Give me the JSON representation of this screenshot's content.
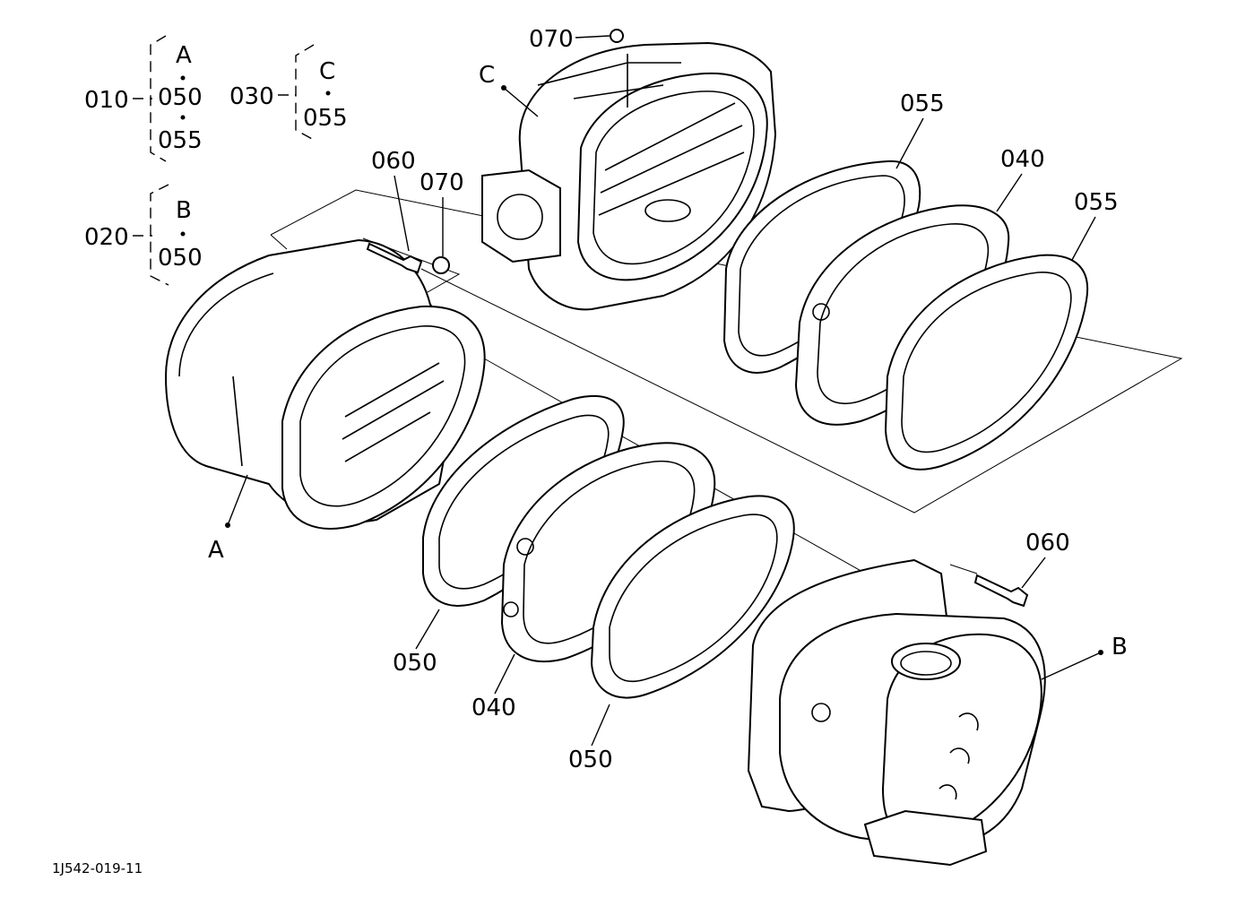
{
  "drawing_id": "1J542-019-11",
  "groups": [
    {
      "part": "010",
      "items": [
        "A",
        "050",
        "055"
      ]
    },
    {
      "part": "030",
      "items": [
        "C",
        "055"
      ]
    },
    {
      "part": "020",
      "items": [
        "B",
        "050"
      ]
    }
  ],
  "callouts": {
    "p070_top": "070",
    "ref_c": "C",
    "p055_upper": "055",
    "p040_upper": "040",
    "p055_right": "055",
    "p060_left": "060",
    "p070_left": "070",
    "ref_a": "A",
    "p050_mid": "050",
    "p040_lower": "040",
    "p050_lower": "050",
    "p060_right": "060",
    "ref_b": "B"
  }
}
